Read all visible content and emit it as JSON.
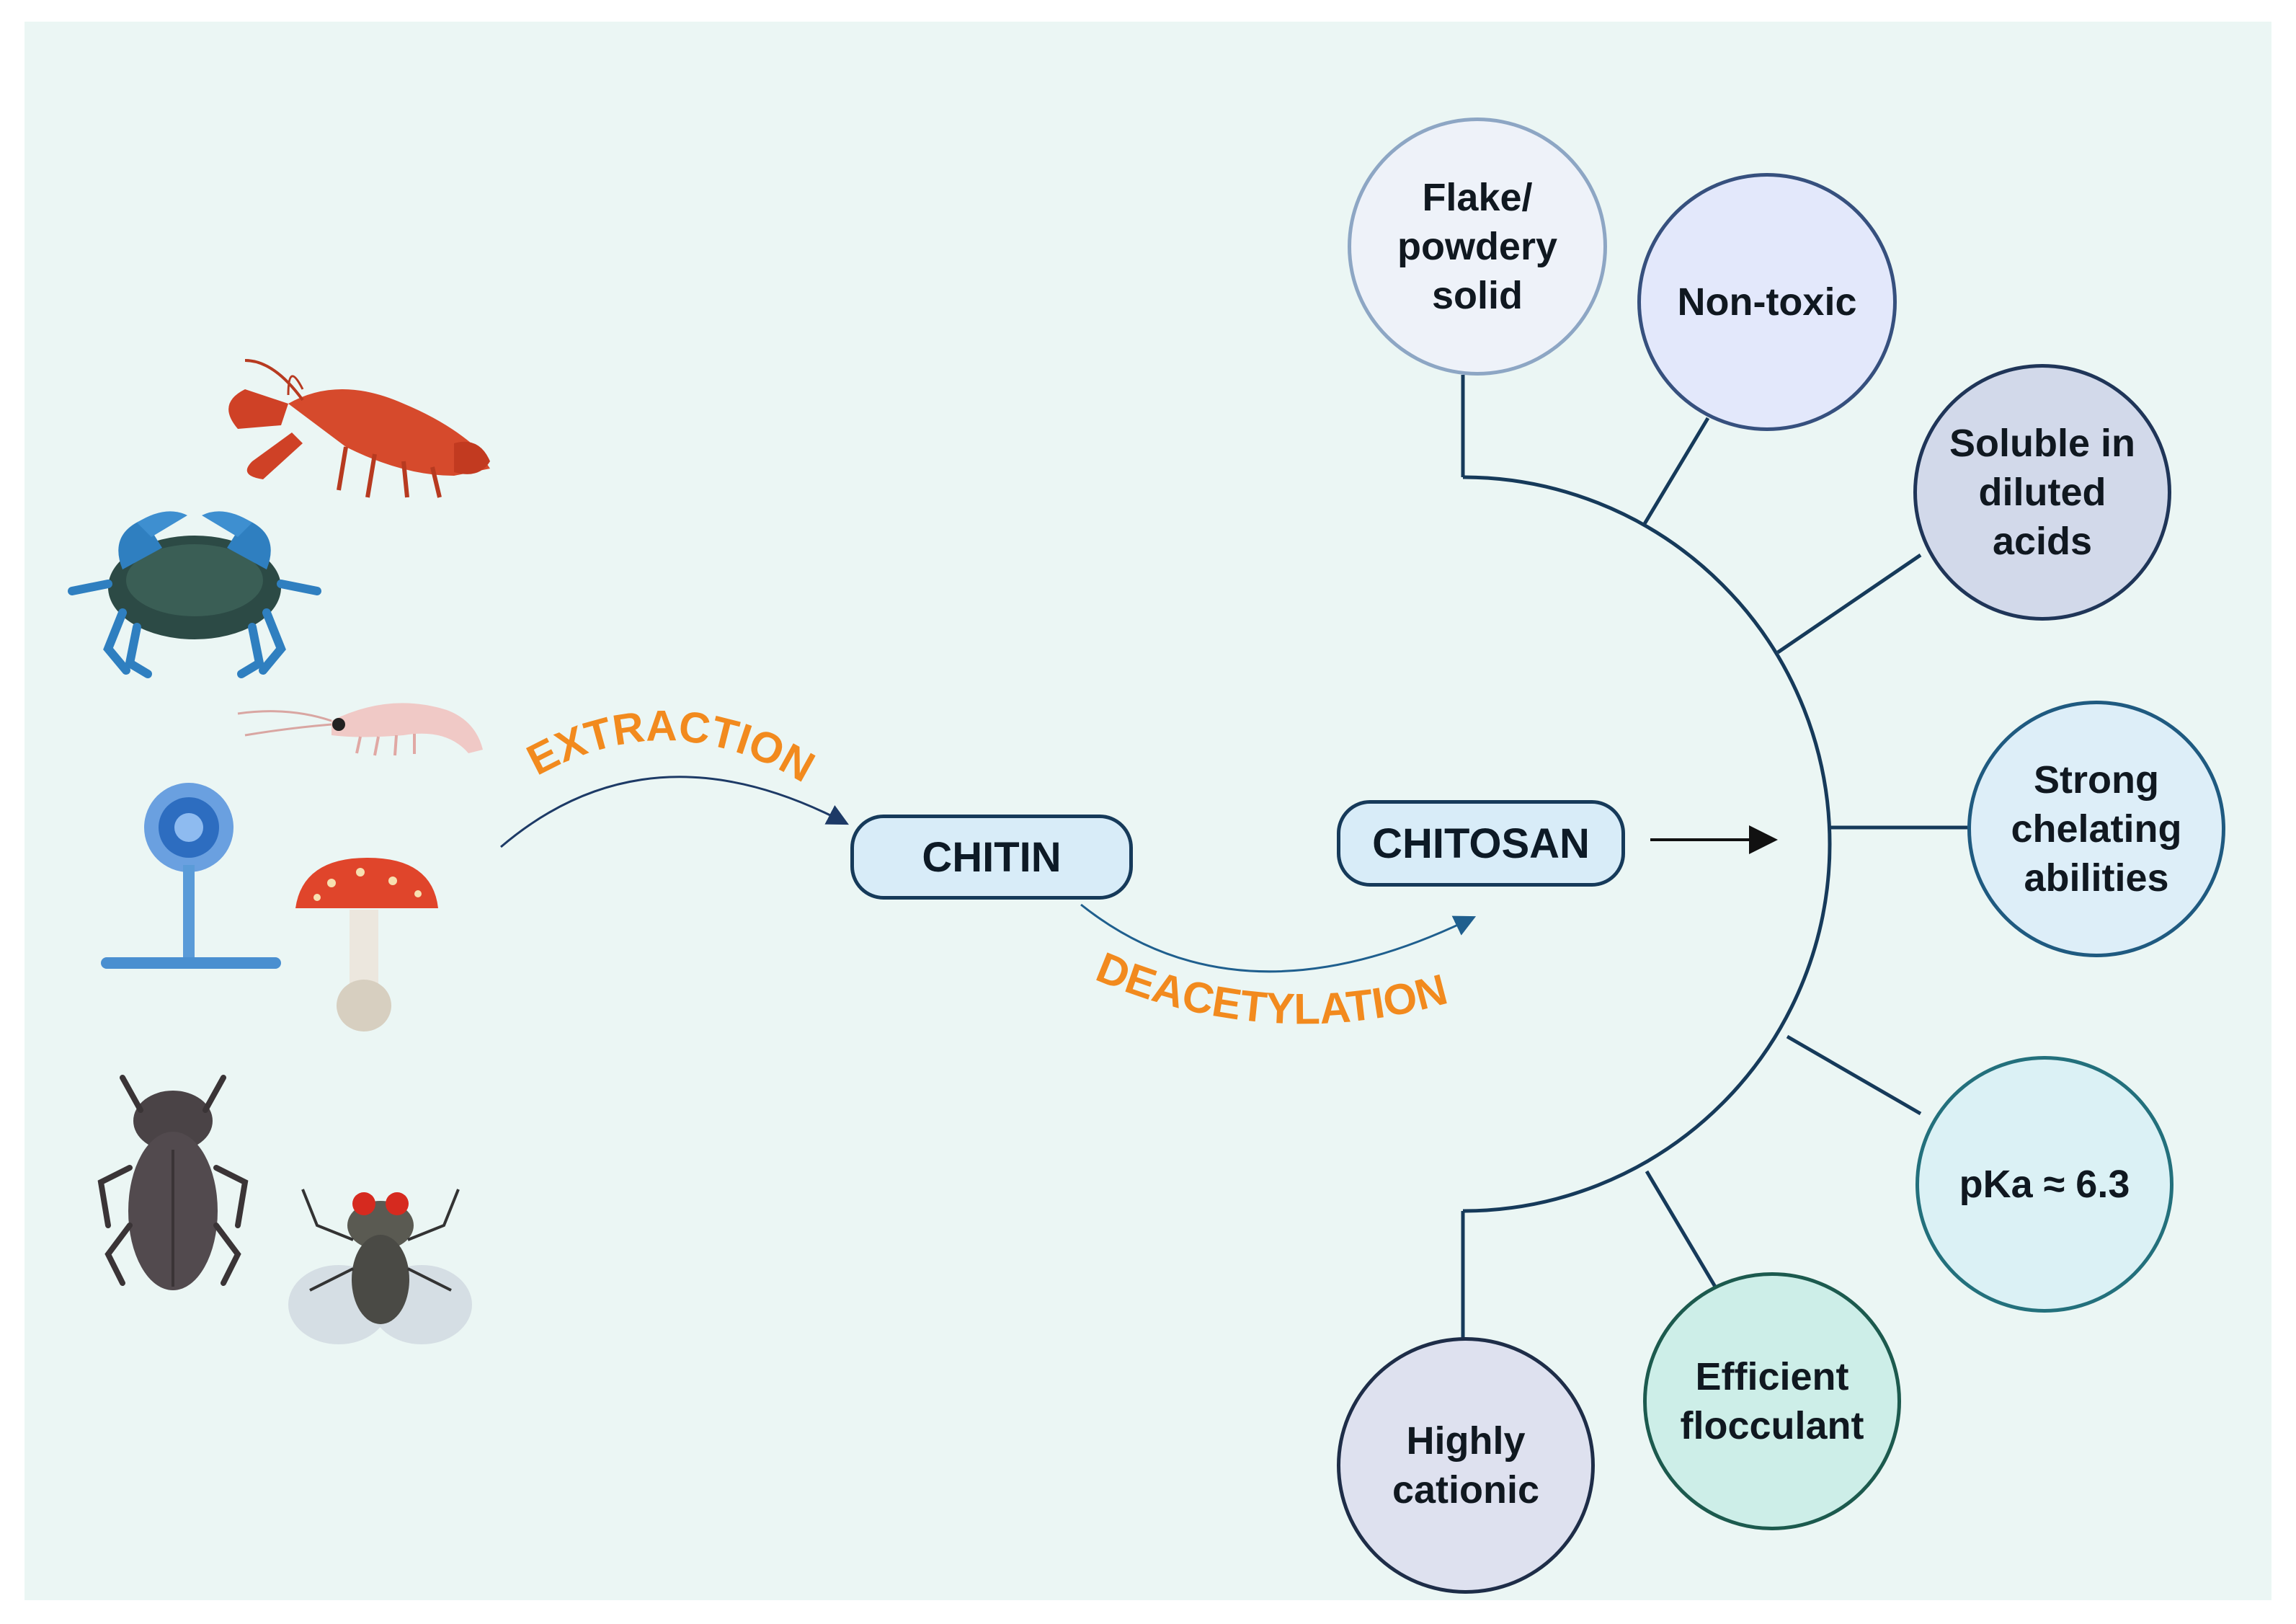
{
  "nodes": {
    "chitin": "CHITIN",
    "chitosan": "CHITOSAN"
  },
  "arrows": {
    "extraction": "EXTRACTION",
    "deacetylation": "DEACETYLATION"
  },
  "properties": [
    {
      "text": "Flake/\npowdery\nsolid",
      "fill": "#eef2f9",
      "border": "#8da6c4"
    },
    {
      "text": "Non-toxic",
      "fill": "#e3e8fb",
      "border": "#36507e"
    },
    {
      "text": "Soluble in\ndiluted\nacids",
      "fill": "#d2d9ea",
      "border": "#1f3558"
    },
    {
      "text": "Strong\nchelating\nabilities",
      "fill": "#ddeef8",
      "border": "#1f5a80"
    },
    {
      "text": "pKa ≈ 6.3",
      "fill": "#dbf1f5",
      "border": "#23707c"
    },
    {
      "text": "Efficient\nflocculant",
      "fill": "#cdeee8",
      "border": "#1c5a4e"
    },
    {
      "text": "Highly\ncationic",
      "fill": "#dee1ef",
      "border": "#1e2d48"
    }
  ],
  "sources": [
    "crayfish-icon",
    "crab-icon",
    "krill-icon",
    "mold-icon",
    "mushroom-icon",
    "beetle-icon",
    "fly-icon"
  ],
  "colors": {
    "accent_orange": "#f28a1e",
    "navy": "#163a5a",
    "background": "#ebf6f4"
  }
}
